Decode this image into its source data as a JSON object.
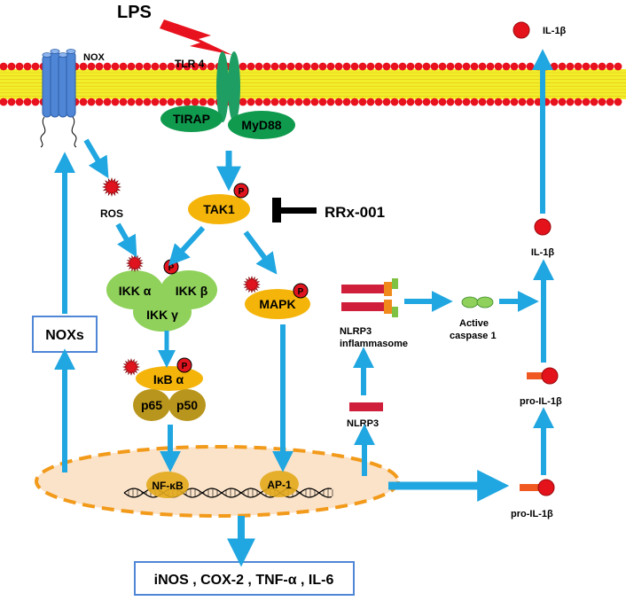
{
  "stimulus": {
    "label": "LPS"
  },
  "receptors": {
    "tlr4": "TLR 4",
    "nox": "NOX",
    "adaptor_left": "TIRAP",
    "adaptor_right": "MyD88"
  },
  "signaling": {
    "ros": "ROS",
    "tak1": "TAK1",
    "inhibitor": "RRx-001",
    "ikk_alpha": "IKK α",
    "ikk_beta": "IKK β",
    "ikk_gamma": "IKK γ",
    "mapk": "MAPK",
    "ikb_alpha": "IκB α",
    "p65": "p65",
    "p50": "p50",
    "phospho": "P"
  },
  "nucleus": {
    "nfkb": "NF-κB",
    "ap1": "AP-1"
  },
  "inflammasome": {
    "nlrp3": "NLRP3",
    "complex_line1": "NLRP3",
    "complex_line2": "inflammasome",
    "caspase_line1": "Active",
    "caspase_line2": "caspase 1"
  },
  "cytokines": {
    "il1b_secreted": "IL-1β",
    "il1b_mature": "IL-1β",
    "pro_il1b_upper": "pro-IL-1β",
    "pro_il1b_lower": "pro-IL-1β"
  },
  "boxes": {
    "noxs": "NOXs",
    "outputs": "iNOS , COX-2 , TNF-α , IL-6"
  },
  "colors": {
    "arrow": "#20a6e0",
    "membrane_red": "#e8121e",
    "membrane_yellow": "#f2ef2a",
    "tlr_green": "#1f9e63",
    "adaptor_green": "#0f9a4d",
    "node_yellow": "#f4b40a",
    "ikk_green": "#8fd15a",
    "nucleus_fill": "#fbe3c9",
    "nucleus_border": "#f29a1a",
    "phospho_red": "#e0141e",
    "nox_blue": "#4f86d6",
    "box_border": "#4f86d6",
    "il1b_red": "#e3121b",
    "inhibitor_black": "#000000"
  }
}
